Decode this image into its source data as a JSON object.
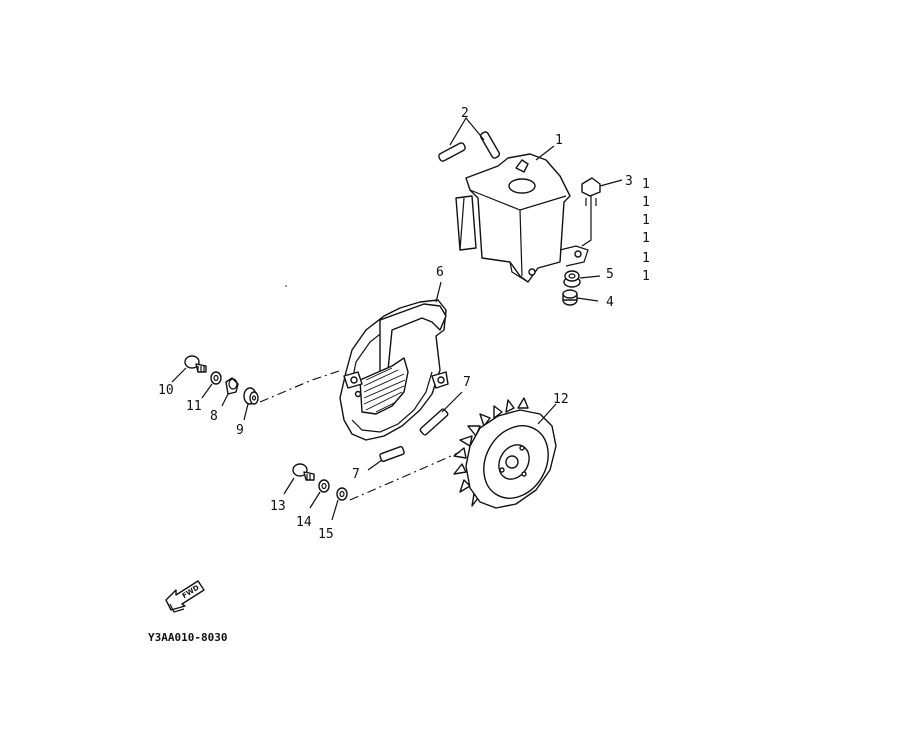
{
  "diagram": {
    "reference_code": "Y3AA010-8030",
    "fwd_label": "FWD",
    "callouts": {
      "c1": "1",
      "c2": "2",
      "c3": "3",
      "c4": "4",
      "c5": "5",
      "c6": "6",
      "c7a": "7",
      "c7b": "7",
      "c8": "8",
      "c9": "9",
      "c10": "10",
      "c11": "11",
      "c12": "12",
      "c13": "13",
      "c14": "14",
      "c15": "15"
    },
    "edge_marks": [
      "1",
      "1",
      "1",
      "1",
      "1",
      "1"
    ]
  }
}
